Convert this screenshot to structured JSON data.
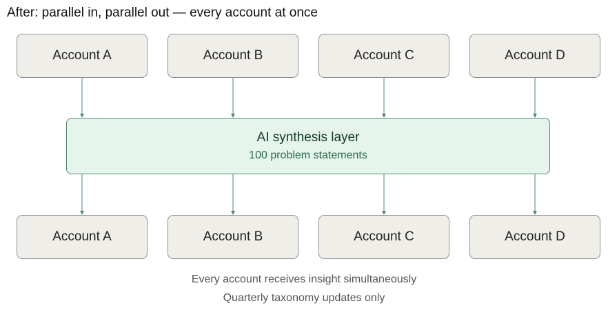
{
  "title": "After: parallel in, parallel out — every account at once",
  "top_accounts": [
    "Account A",
    "Account B",
    "Account C",
    "Account D"
  ],
  "synthesis": {
    "title": "AI synthesis layer",
    "subtitle": "100 problem statements"
  },
  "bottom_accounts": [
    "Account A",
    "Account B",
    "Account C",
    "Account D"
  ],
  "captions": [
    "Every account receives insight simultaneously",
    "Quarterly taxonomy updates only"
  ],
  "colors": {
    "box_fill": "#f0eee9",
    "box_border": "#8f8f8f",
    "synth_fill": "#e5f4ec",
    "synth_border": "#4f8a70",
    "connector": "#4f8a70"
  }
}
